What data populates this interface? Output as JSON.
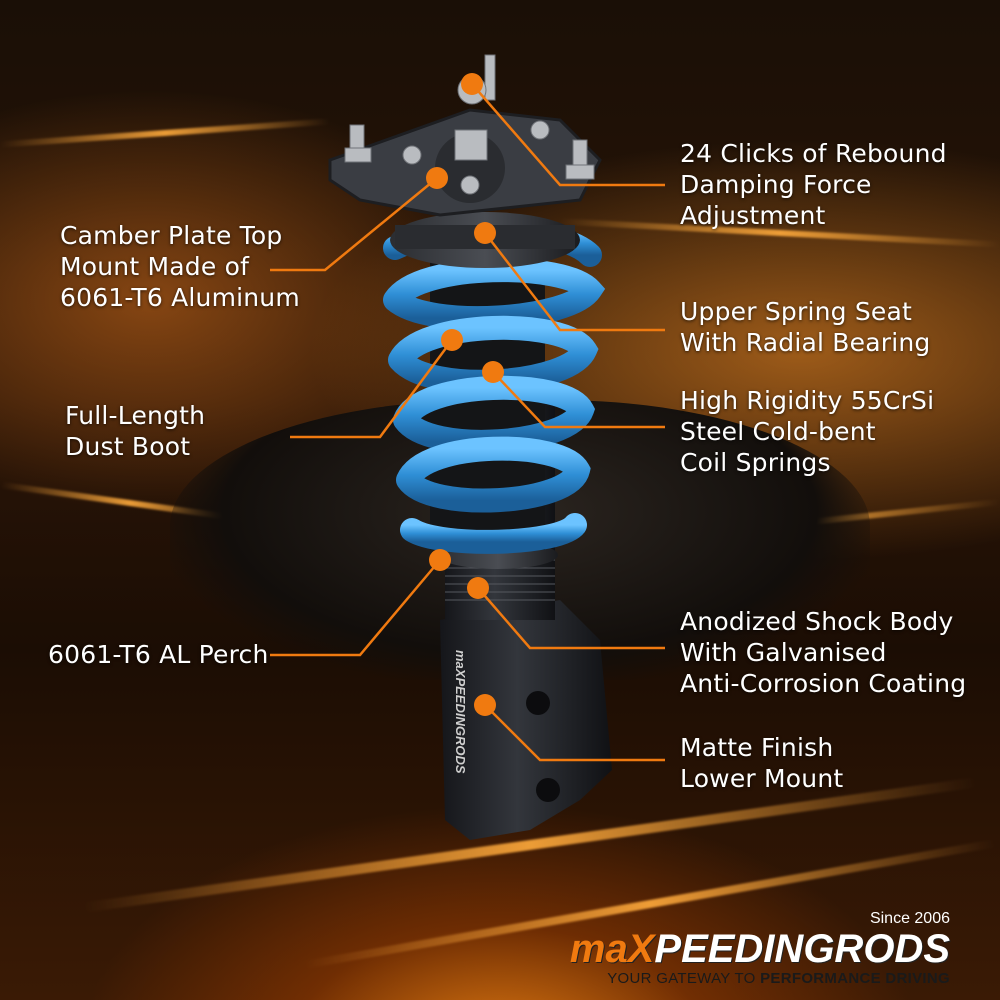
{
  "labels": {
    "rebound": "24 Clicks of Rebound\nDamping Force\nAdjustment",
    "camber": "Camber Plate Top\nMount Made of\n6061-T6 Aluminum",
    "spring_seat": "Upper Spring Seat\nWith Radial Bearing",
    "springs": "High Rigidity 55CrSi\nSteel Cold-bent\nCoil Springs",
    "dust_boot": "Full-Length\nDust Boot",
    "perch": "6061-T6 AL Perch",
    "shock_body": "Anodized Shock Body\nWith Galvanised\nAnti-Corrosion Coating",
    "lower_mount": "Matte Finish\nLower Mount"
  },
  "brand": {
    "since": "Since 2006",
    "logo_prefix": "maX",
    "logo_suffix": "PEEDINGRODS",
    "tagline_start": "YOUR GATEWAY TO ",
    "tagline_bold": "PERFORMANCE DRIVING"
  },
  "colors": {
    "accent": "#f07a10",
    "spring": "#2f8fd6",
    "body": "#1e2024"
  }
}
